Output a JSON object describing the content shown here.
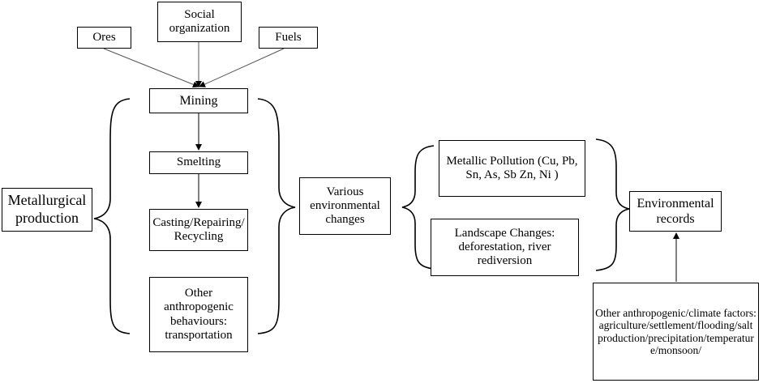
{
  "nodes": {
    "ores": "Ores",
    "social": "Social organization",
    "fuels": "Fuels",
    "mining": "Mining",
    "smelting": "Smelting",
    "casting": "Casting/Repairing/Recycling",
    "other_behaviours": "Other anthropogenic behaviours: transportation",
    "metallurgical": "Metallurgical production",
    "various": "Various environmental changes",
    "metallic": "Metallic Pollution (Cu, Pb, Sn, As, Sb Zn, Ni )",
    "landscape": "Landscape Changes: deforestation, river rediversion",
    "records": "Environmental records",
    "other_factors": "Other anthropogenic/climate factors: agriculture/settlement/flooding/salt production/precipitation/temperature/monsoon/"
  }
}
